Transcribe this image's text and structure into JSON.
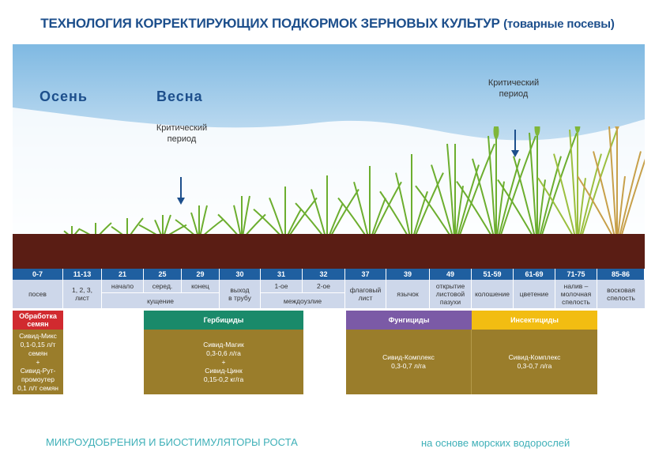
{
  "title": {
    "main": "ТЕХНОЛОГИЯ КОРРЕКТИРУЮЩИХ ПОДКОРМОК ЗЕРНОВЫХ КУЛЬТУР",
    "sub": "(товарные посевы)"
  },
  "seasons": {
    "autumn": "Осень",
    "spring": "Весна"
  },
  "critical": {
    "spring": [
      "Критический",
      "период"
    ],
    "summer": [
      "Критический",
      "период"
    ]
  },
  "stages": [
    "0-7",
    "11-13",
    "21",
    "25",
    "29",
    "30",
    "31",
    "32",
    "37",
    "39",
    "49",
    "51-59",
    "61-69",
    "71-75",
    "85-86"
  ],
  "labels": {
    "l0": "посев",
    "l1a": "1, 2, 3,",
    "l1b": "лист",
    "l2": "начало",
    "l3": "серед.",
    "l4": "конец",
    "l34": "кущение",
    "l5a": "выход",
    "l5b": "в трубу",
    "l6": "1-ое",
    "l7": "2-ое",
    "l67": "междоузлие",
    "l8a": "флаговый",
    "l8b": "лист",
    "l9": "язычок",
    "l10a": "открытие",
    "l10b": "листовой",
    "l10c": "пазухи",
    "l11": "колошение",
    "l12": "цветение",
    "l13a": "налив –",
    "l13b": "молочная",
    "l13c": "спелость",
    "l14a": "восковая",
    "l14b": "спелость"
  },
  "treatments": {
    "seed": {
      "tag_a": "Обработка",
      "tag_b": "семян",
      "lines": [
        "Сивид-Микс",
        "0,1-0,15 л/т",
        "семян",
        "+",
        "Сивид-Рут-",
        "промоутер",
        "0,1 л/т семян"
      ]
    },
    "herb": {
      "tag": "Гербициды",
      "lines": [
        "Сивид-Магик",
        "0,3-0,6 л/га",
        "+",
        "Сивид-Цинк",
        "0,15-0,2 кг/га"
      ]
    },
    "fung": {
      "tag": "Фунгициды",
      "lines": [
        "Сивид-Комплекс",
        "0,3-0,7 л/га"
      ]
    },
    "insect": {
      "tag": "Инсектициды",
      "lines": [
        "Сивид-Комплекс",
        "0,3-0,7 л/га"
      ]
    }
  },
  "colors": {
    "stage_bar": "#1f5fa0",
    "label_bg": "#cdd7ea",
    "seed_tag": "#d12a2f",
    "herb_tag": "#1a8a6a",
    "fung_tag": "#7b5aa6",
    "insect_tag": "#f2bd12",
    "box": "#9a7d2b",
    "soil": "#5a1d14"
  },
  "footer": {
    "left": "МИКРОУДОБРЕНИЯ И БИОСТИМУЛЯТОРЫ РОСТА",
    "right": "на основе морских водорослей"
  }
}
